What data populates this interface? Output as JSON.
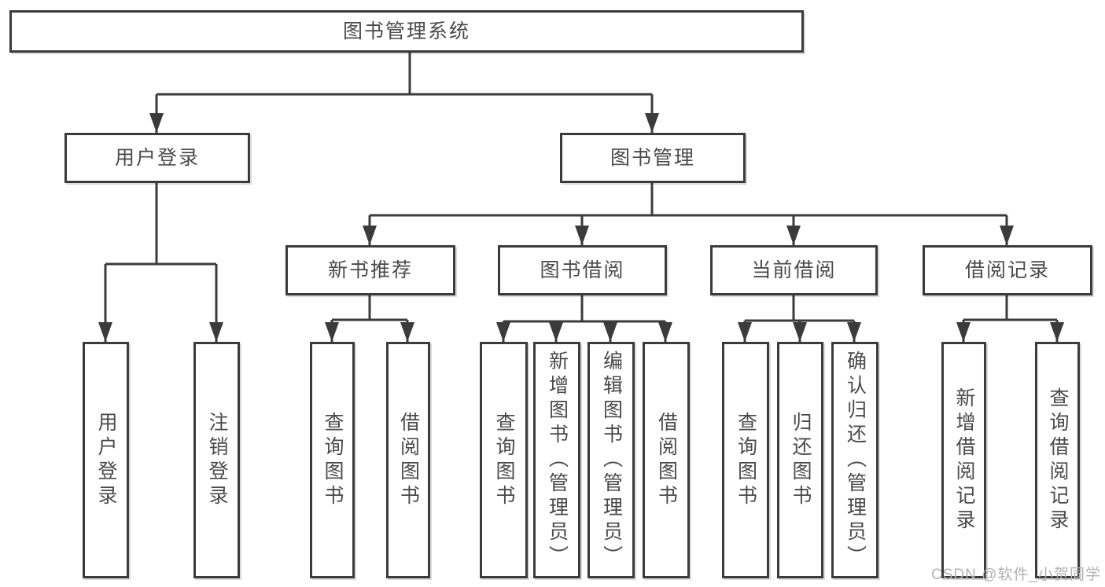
{
  "colors": {
    "background": "#ffffff",
    "line": "#3b3b3b",
    "box_border": "#3b3b3b",
    "text": "#4a4a4a",
    "watermark_text": "#b3b3b3"
  },
  "nodes": {
    "root": "图书管理系统",
    "user_login": "用户登录",
    "book_mgmt": "图书管理",
    "new_book": "新书推荐",
    "book_borrow": "图书借阅",
    "current_borrow": "当前借阅",
    "borrow_record": "借阅记录",
    "leaf_user_login": "用户登录",
    "leaf_logout": "注销登录",
    "leaf_nb_query": "查询图书",
    "leaf_nb_borrow": "借阅图书",
    "leaf_bb_query": "查询图书",
    "leaf_bb_add": "新增图书（管理员）",
    "leaf_bb_edit": "编辑图书（管理员）",
    "leaf_bb_borrow": "借阅图书",
    "leaf_cb_query": "查询图书",
    "leaf_cb_return": "归还图书",
    "leaf_cb_confirm": "确认归还（管理员）",
    "leaf_br_add": "新增借阅记录",
    "leaf_br_query": "查询借阅记录"
  },
  "hierarchy": {
    "图书管理系统": {
      "用户登录": [
        "用户登录",
        "注销登录"
      ],
      "图书管理": {
        "新书推荐": [
          "查询图书",
          "借阅图书"
        ],
        "图书借阅": [
          "查询图书",
          "新增图书（管理员）",
          "编辑图书（管理员）",
          "借阅图书"
        ],
        "当前借阅": [
          "查询图书",
          "归还图书",
          "确认归还（管理员）"
        ],
        "借阅记录": [
          "新增借阅记录",
          "查询借阅记录"
        ]
      }
    }
  },
  "watermark": "CSDN @软件_小贺同学"
}
